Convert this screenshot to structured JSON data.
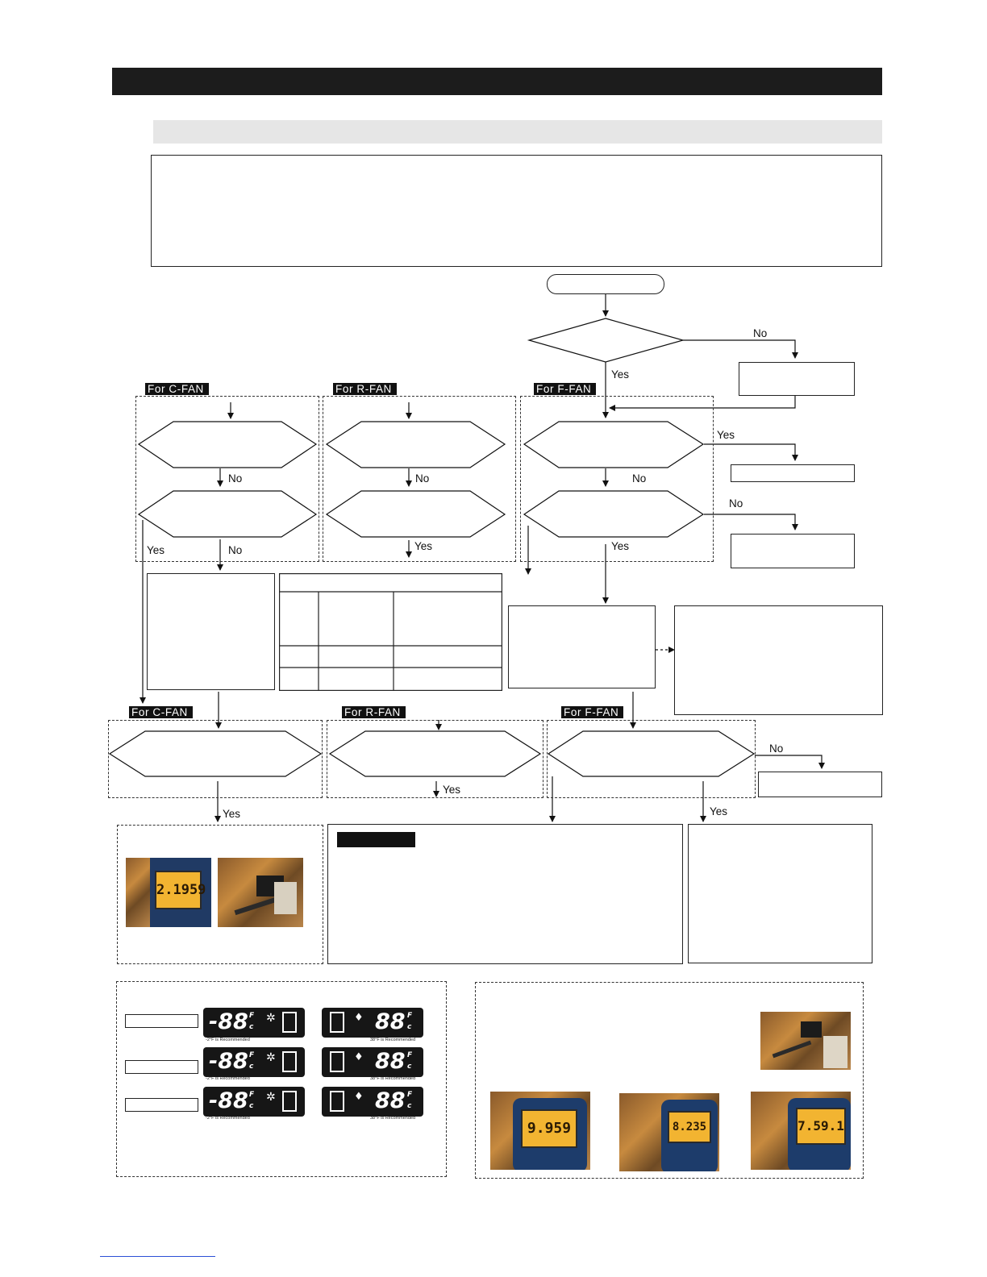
{
  "flow_labels": {
    "tag_c_fan": "For  C-FAN",
    "tag_r_fan": "For  R-FAN",
    "tag_f_fan": "For  F-FAN",
    "yes": "Yes",
    "no": "No"
  },
  "photos": {
    "meter_1": "2.1959",
    "meter_2": "9.959",
    "meter_3": "8.235",
    "meter_4": "7.59.1"
  },
  "displays": {
    "freezer_digits": "-88",
    "fridge_digits": "88",
    "freezer_note": "-2°F is Recommended",
    "fridge_note": "38°F is Recommended",
    "unit_f": "F",
    "unit_c": "c"
  }
}
